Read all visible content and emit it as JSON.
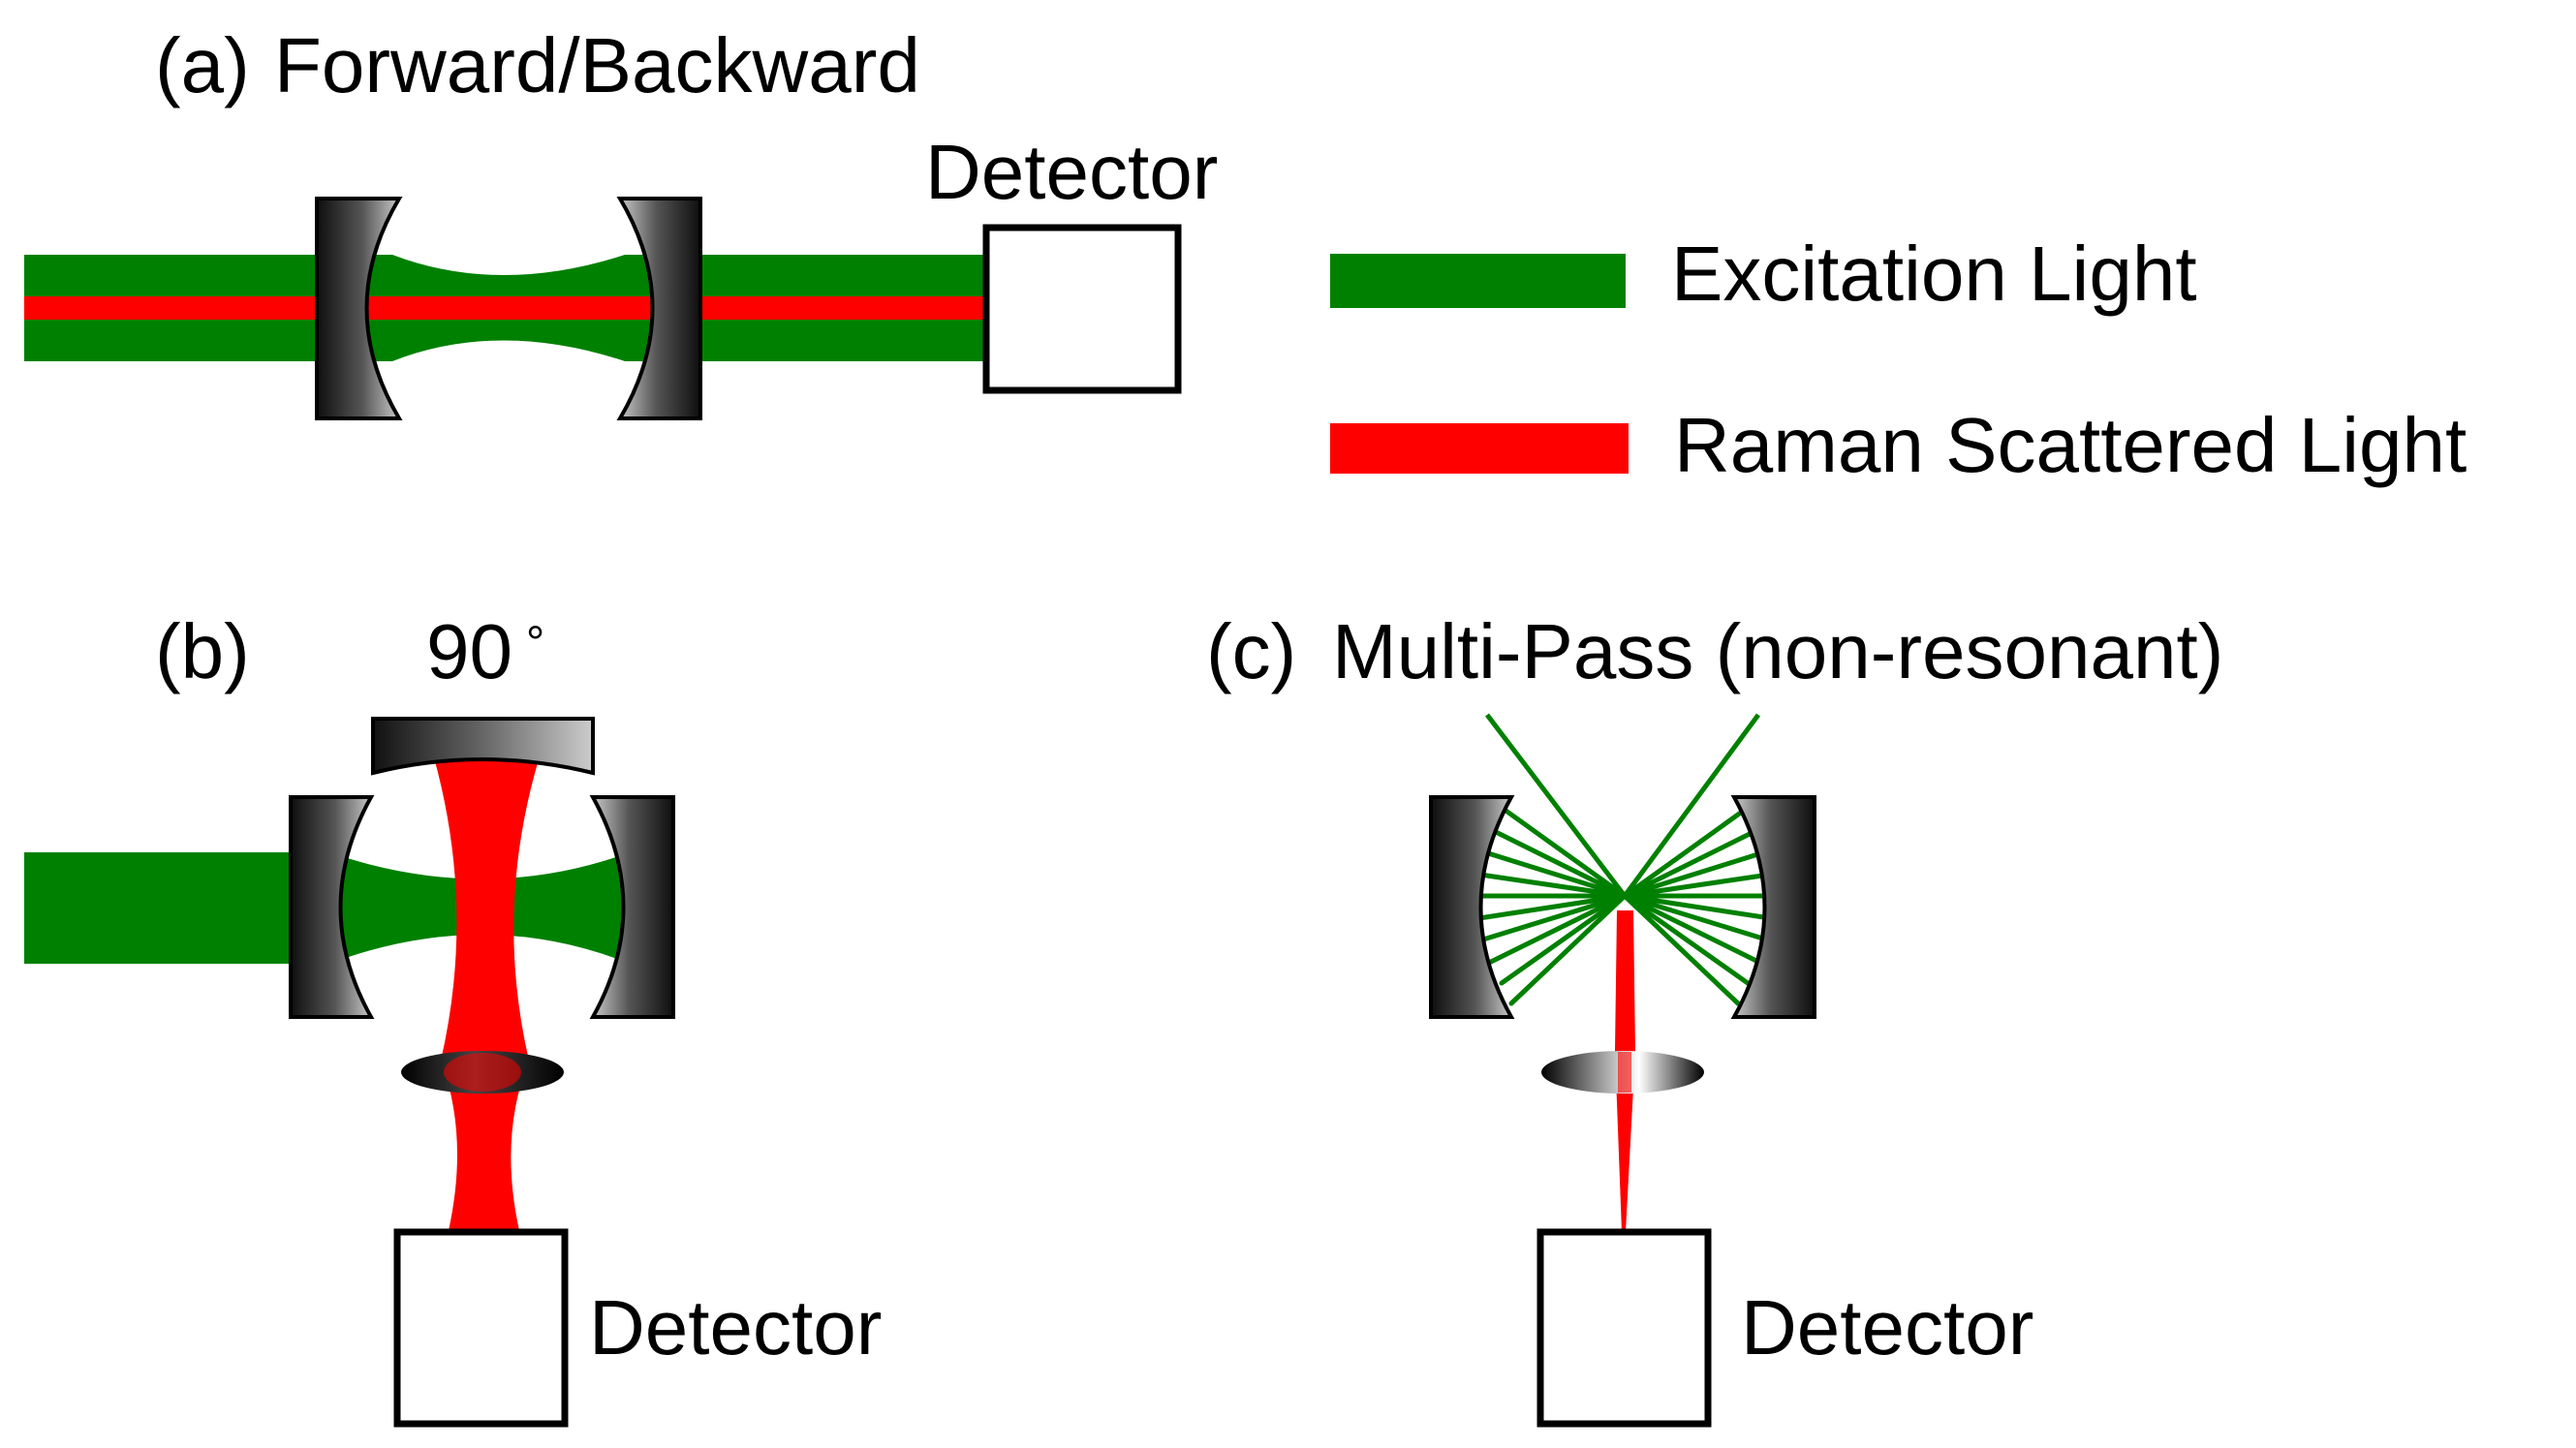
{
  "panels": {
    "a": {
      "tag": "(a)",
      "title": "Forward/Backward",
      "detector": "Detector"
    },
    "b": {
      "tag": "(b)",
      "angle": "90",
      "degree_symbol": "°",
      "detector": "Detector"
    },
    "c": {
      "tag": "(c)",
      "title": "Multi-Pass (non-resonant)",
      "detector": "Detector"
    }
  },
  "legend": [
    {
      "label": "Excitation Light",
      "color": "#008000"
    },
    {
      "label": "Raman Scattered Light",
      "color": "#ff0000"
    }
  ],
  "colors": {
    "excitation": "#008000",
    "raman": "#ff0000",
    "mirror_dark": "#1a1a1a",
    "mirror_light": "#bbbbbb",
    "outline": "#000000"
  }
}
